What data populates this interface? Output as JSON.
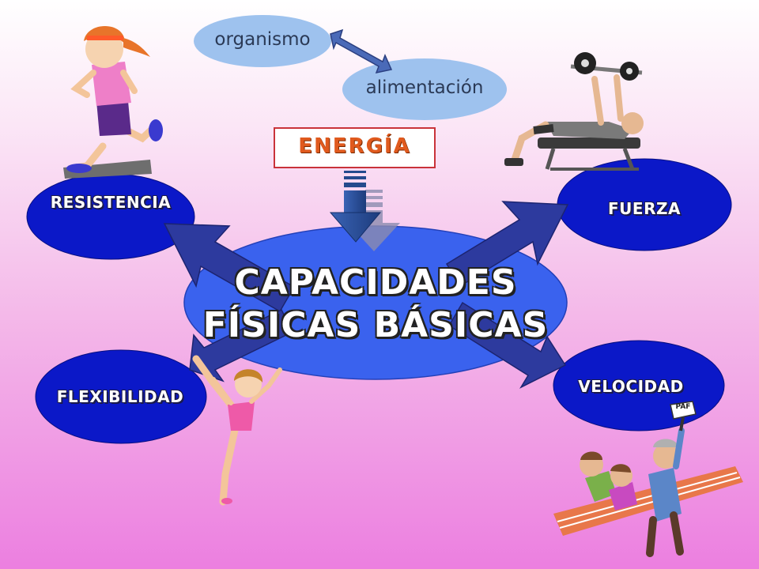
{
  "center": {
    "line1": "CAPACIDADES",
    "line2": "FÍSICAS BÁSICAS"
  },
  "energy": {
    "label": "ENERGÍA"
  },
  "bubbles": {
    "organismo": "organismo",
    "alimentacion": "alimentación"
  },
  "capacities": {
    "resistencia": "RESISTENCIA",
    "fuerza": "FUERZA",
    "flexibilidad": "FLEXIBILIDAD",
    "velocidad": "VELOCIDAD"
  },
  "illustration": {
    "sign_text": "PAF"
  },
  "colors": {
    "capacity_fill": "#0b18c8",
    "center_fill": "#3a62ee",
    "arrow_fill": "#2d3a9e",
    "bubble_fill": "#9ec2ee",
    "energy_text": "#e05a1e",
    "energy_border": "#c9333a",
    "down_arrow": "#244a8e"
  },
  "icons": [
    "runner-illustration",
    "weightlifter-illustration",
    "gymnast-illustration",
    "race-start-illustration"
  ]
}
